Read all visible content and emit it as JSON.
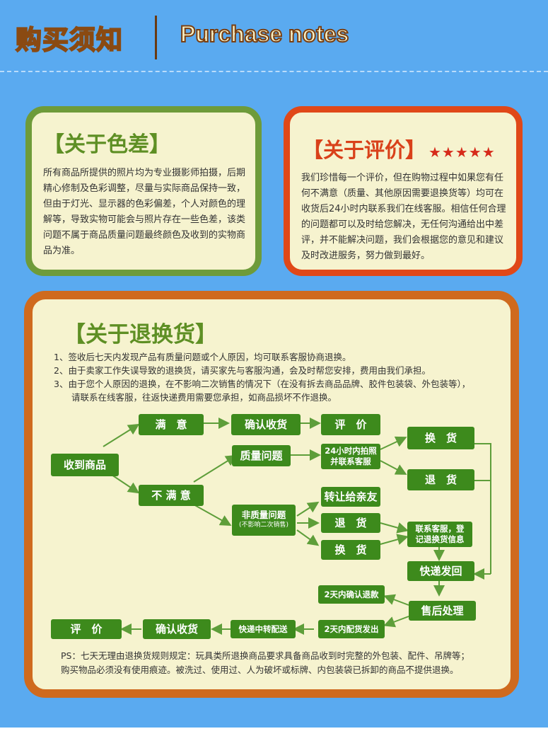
{
  "header": {
    "title_cn": "购买须知",
    "title_en": "Purchase notes"
  },
  "color_card": {
    "heading": "【关于色差】",
    "body": "所有商品所提供的照片均为专业摄影师拍摄，后期精心修制及色彩调整，尽量与实际商品保持一致，但由于灯光、显示器的色彩偏差，个人对颜色的理解等，导致实物可能会与照片存在一些色差，该类问题不属于商品质量问题最终颜色及收到的实物商品为准。"
  },
  "review_card": {
    "heading": "【关于评价】",
    "stars": "★★★★★",
    "rating": 5,
    "body": "我们珍惜每一个评价，但在购物过程中如果您有任何不满意（质量、其他原因需要退换货等）均可在收货后24小时内联系我们在线客服。相信任何合理的问题都可以及时给您解决，无任何沟通给出中差评，并不能解决问题，我们会根据您的意见和建议及时改进服务，努力做到最好。"
  },
  "return_card": {
    "heading": "【关于退换货】",
    "rules": [
      "1、签收后七天内发现产品有质量问题或个人原因，均可联系客服协商退换。",
      "2、由于卖家工作失误导致的退换货，请买家先与客服沟通，会及时帮您安排，费用由我们承担。",
      "3、由于您个人原因的退换，在不影响二次销售的情况下（在没有拆去商品品牌、胶件包装袋、外包装等），",
      "　　请联系在线客服，往返快递费用需要您承担，如商品损坏不作退换。"
    ],
    "ps": [
      "PS：七天无理由退换货规则规定：玩具类所退换商品要求具备商品收到时完整的外包装、配件、吊牌等；",
      "购买物品必须没有使用痕迹。被洗过、使用过、人为破坏或标牌、内包装袋已拆卸的商品不提供退换。"
    ]
  },
  "flow": {
    "receive": "收到商品",
    "satisfied": "满　意",
    "confirm_receipt": "确认收货",
    "review": "评　价",
    "unsatisfied": "不 满 意",
    "quality_issue": "质量问题",
    "photo_contact": "24小时内拍照\n并联系客服",
    "exchange": "换　货",
    "refund": "退　货",
    "non_quality": "非质量问题",
    "non_quality_note": "(不影响二次销售)",
    "transfer": "转让给亲友",
    "refund2": "退　货",
    "exchange2": "换　货",
    "contact_register": "联系客服，登\n记退换货信息",
    "ship_back": "快递发回",
    "after_sales": "售后处理",
    "refund_2days": "2天内确认退款",
    "ship_2days": "2天内配货发出",
    "express_transit": "快递中转配送",
    "confirm_receipt2": "确认收货",
    "review2": "评　价"
  },
  "colors": {
    "background": "#5aaaf0",
    "card_fill": "#f6f3cf",
    "green_border": "#6e9b3a",
    "red_border": "#e04818",
    "orange_border": "#cf6a1e",
    "flow_box": "#3d8a1c",
    "arrow": "#5e9e3a"
  }
}
